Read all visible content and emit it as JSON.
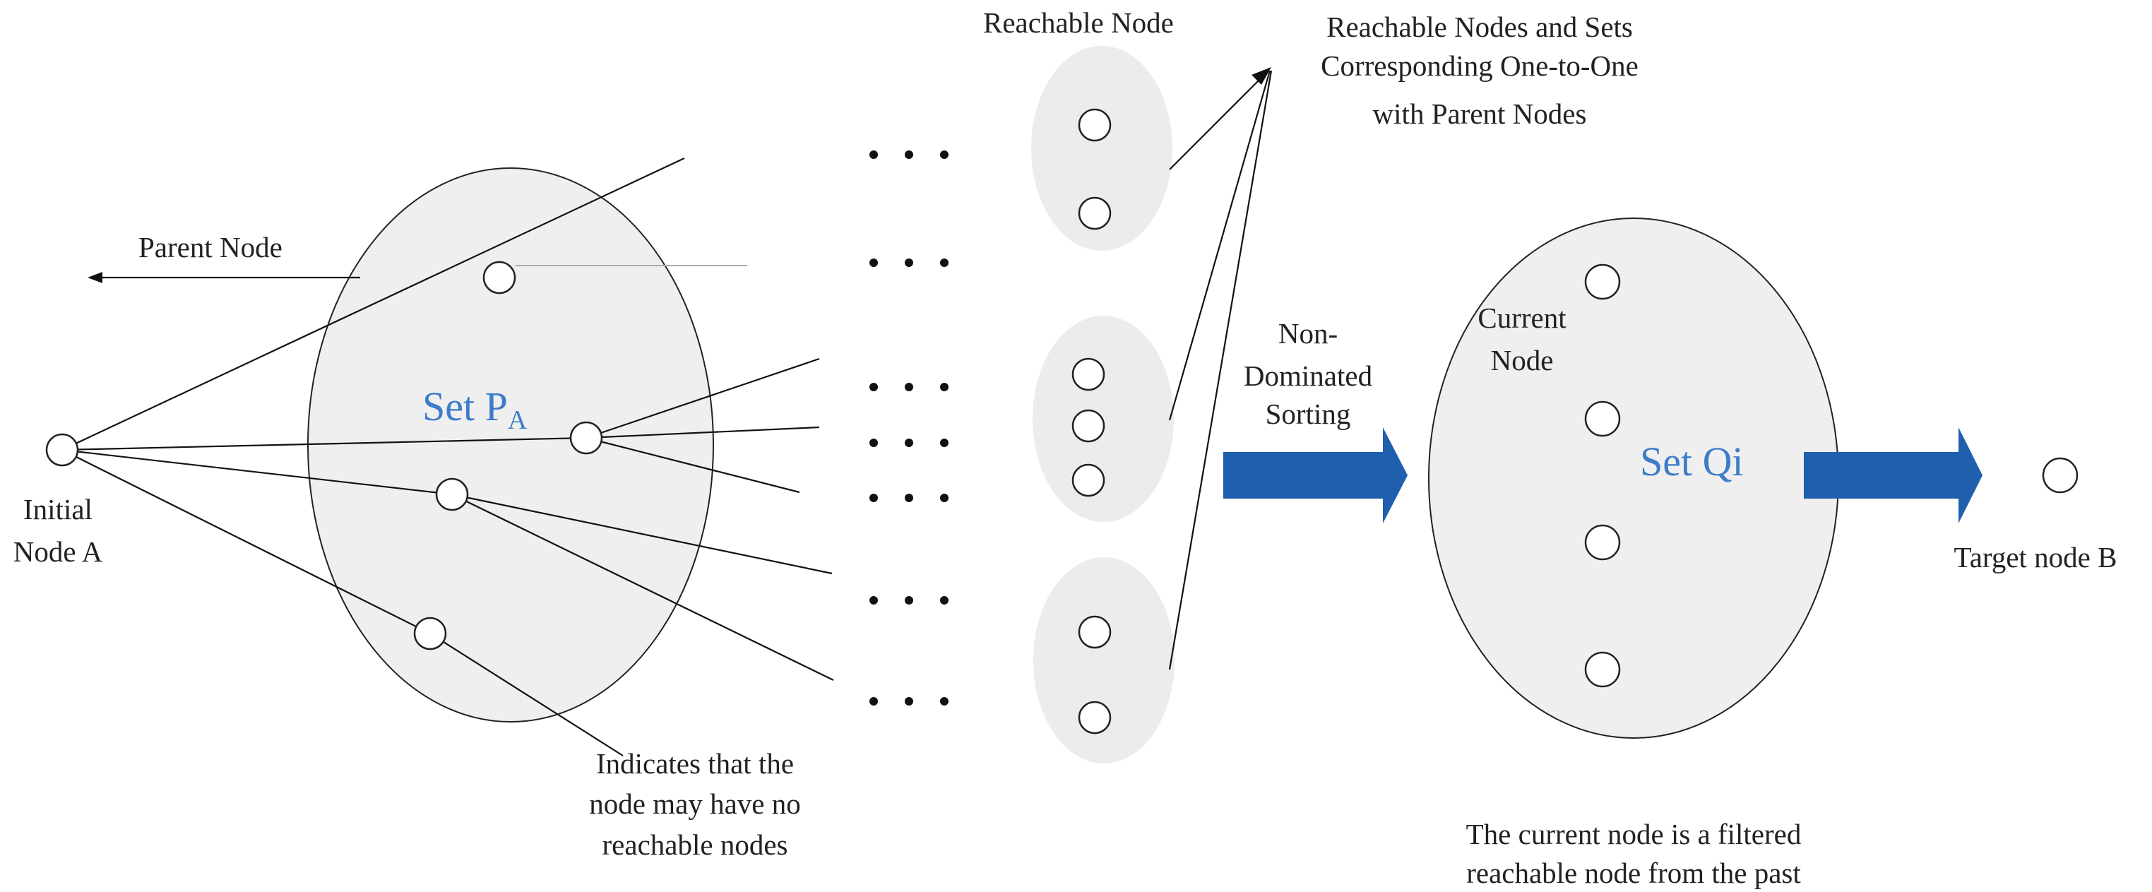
{
  "labels": {
    "reachable_node": "Reachable Node",
    "reachable_sets_1": "Reachable Nodes and Sets",
    "reachable_sets_2": "Corresponding One-to-One",
    "reachable_sets_3": "with Parent Nodes",
    "parent_node": "Parent Node",
    "set_pa": "Set P",
    "set_pa_sub": "A",
    "initial_1": "Initial",
    "initial_2": "Node A",
    "non_dominated_1": "Non-",
    "non_dominated_2": "Dominated",
    "non_dominated_3": "Sorting",
    "current_node_1": "Current",
    "current_node_2": "Node",
    "set_qi": "Set Qi",
    "target": "Target node B",
    "no_reachable_1": "Indicates that the",
    "no_reachable_2": "node may have no",
    "no_reachable_3": "reachable nodes",
    "filtered_1": "The current node is a filtered",
    "filtered_2": "reachable node from the past"
  },
  "colors": {
    "accent_text": "#3d7cc9",
    "arrow_fill": "#1f5fae",
    "set_fill": "#efefef"
  }
}
